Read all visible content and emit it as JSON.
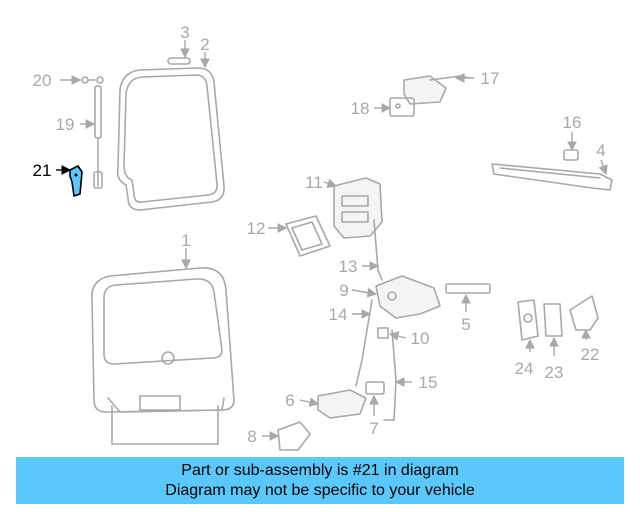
{
  "callouts": {
    "c1": "1",
    "c2": "2",
    "c3": "3",
    "c4": "4",
    "c5": "5",
    "c6": "6",
    "c7": "7",
    "c8": "8",
    "c9": "9",
    "c10": "10",
    "c11": "11",
    "c12": "12",
    "c13": "13",
    "c14": "14",
    "c15": "15",
    "c16": "16",
    "c17": "17",
    "c18": "18",
    "c19": "19",
    "c20": "20",
    "c21": "21",
    "c22": "22",
    "c23": "23",
    "c24": "24"
  },
  "highlighted_part": "21",
  "colors": {
    "banner": "#5ac8fa",
    "highlight": "#5ac8fa",
    "parts": "#a8a8a8"
  },
  "banner": {
    "line1": "Part or sub-assembly is #21 in diagram",
    "line2": "Diagram may not be specific to your vehicle"
  }
}
